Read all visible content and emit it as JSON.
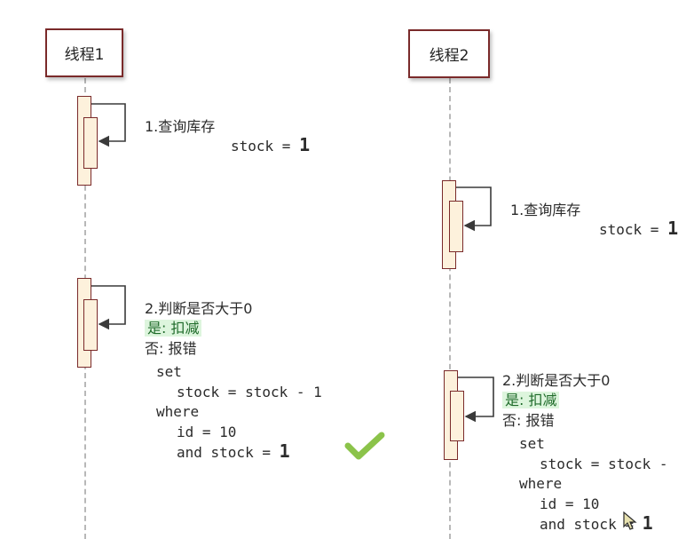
{
  "thread1": {
    "title": "线程1",
    "step1": {
      "label": "1.查询库存",
      "stock_prefix": "stock = ",
      "stock_value": "1"
    },
    "step2": {
      "label": "2.判断是否大于0",
      "yes": "是: 扣减",
      "no": "否: 报错",
      "sql": [
        "set",
        "stock = stock - 1",
        "where",
        "id = 10"
      ],
      "last_prefix": "and stock = ",
      "last_value": "1"
    },
    "result_icon": "green-check-icon"
  },
  "thread2": {
    "title": "线程2",
    "step1": {
      "label": "1.查询库存",
      "stock_prefix": "stock = ",
      "stock_value": "1"
    },
    "step2": {
      "label": "2.判断是否大于0",
      "yes": "是: 扣减",
      "no": "否: 报错",
      "sql": [
        "set",
        "stock = stock -",
        "where",
        "id = 10"
      ],
      "last_prefix": "and stock = ",
      "last_value": "1"
    }
  },
  "colors": {
    "box_border": "#7a2a2a",
    "activation_fill": "#fdf1dc",
    "highlight_bg": "#ddf5dd",
    "check": "#8bc34a"
  },
  "cursor_icon": "mouse-cursor-icon"
}
